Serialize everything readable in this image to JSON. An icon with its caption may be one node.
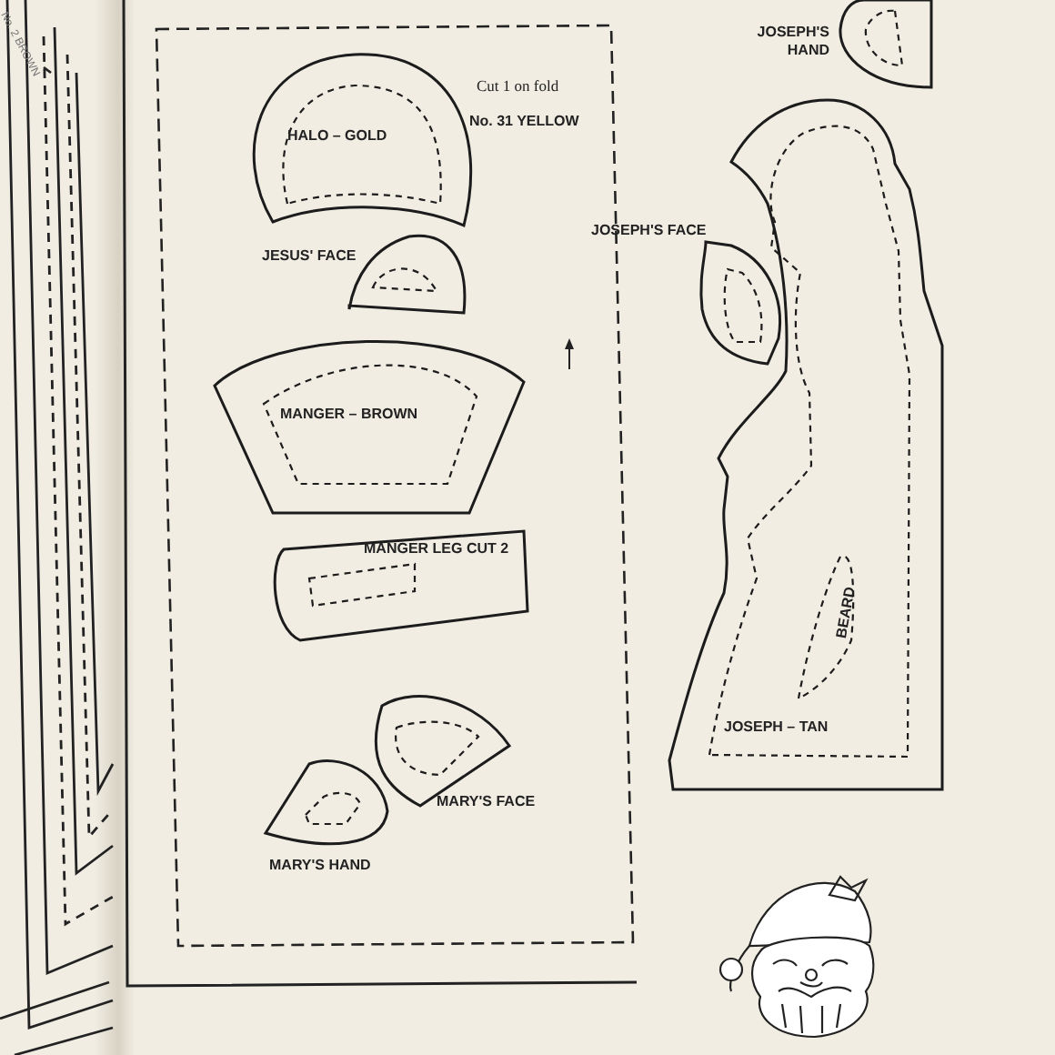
{
  "diagram": {
    "nodes": [
      {
        "text": [
          "HALO – GOLD"
        ]
      },
      {
        "text": [
          "JESUS' FACE"
        ]
      },
      {
        "text": [
          "MANGER – BROWN"
        ]
      },
      {
        "text": [
          "MANGER LEG CUT 2"
        ]
      },
      {
        "text": [
          "MARY'S FACE"
        ]
      },
      {
        "text": [
          "MARY'S HAND"
        ]
      },
      {
        "text": [
          "JOSEPH'S HAND"
        ]
      },
      {
        "text": [
          "JOSEPH'S FACE"
        ]
      },
      {
        "text": [
          "JOSEPH – TAN",
          "BEARD"
        ]
      }
    ],
    "labels": [
      "No. 2 BROWN",
      "Cut 1 on fold",
      "No. 31 YELLOW"
    ]
  }
}
